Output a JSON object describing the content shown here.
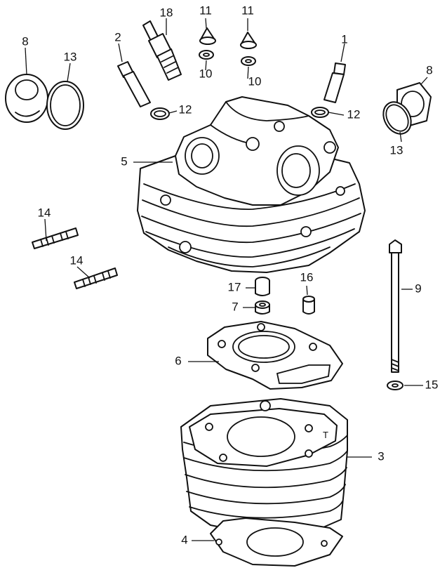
{
  "diagram": {
    "style": {
      "line_color": "#111111",
      "background": "#ffffff"
    },
    "cylinder_mark": "T",
    "callouts": {
      "part_1": "1",
      "part_2": "2",
      "part_3": "3",
      "part_4": "4",
      "part_5": "5",
      "part_6": "6",
      "part_7": "7",
      "part_8_left": "8",
      "part_8_right": "8",
      "part_9": "9",
      "part_10_left": "10",
      "part_10_right": "10",
      "part_11_left": "11",
      "part_11_right": "11",
      "part_12_left": "12",
      "part_12_right": "12",
      "part_13_left": "13",
      "part_13_right": "13",
      "part_14_upper": "14",
      "part_14_lower": "14",
      "part_15": "15",
      "part_16": "16",
      "part_17": "17",
      "part_18": "18"
    }
  }
}
